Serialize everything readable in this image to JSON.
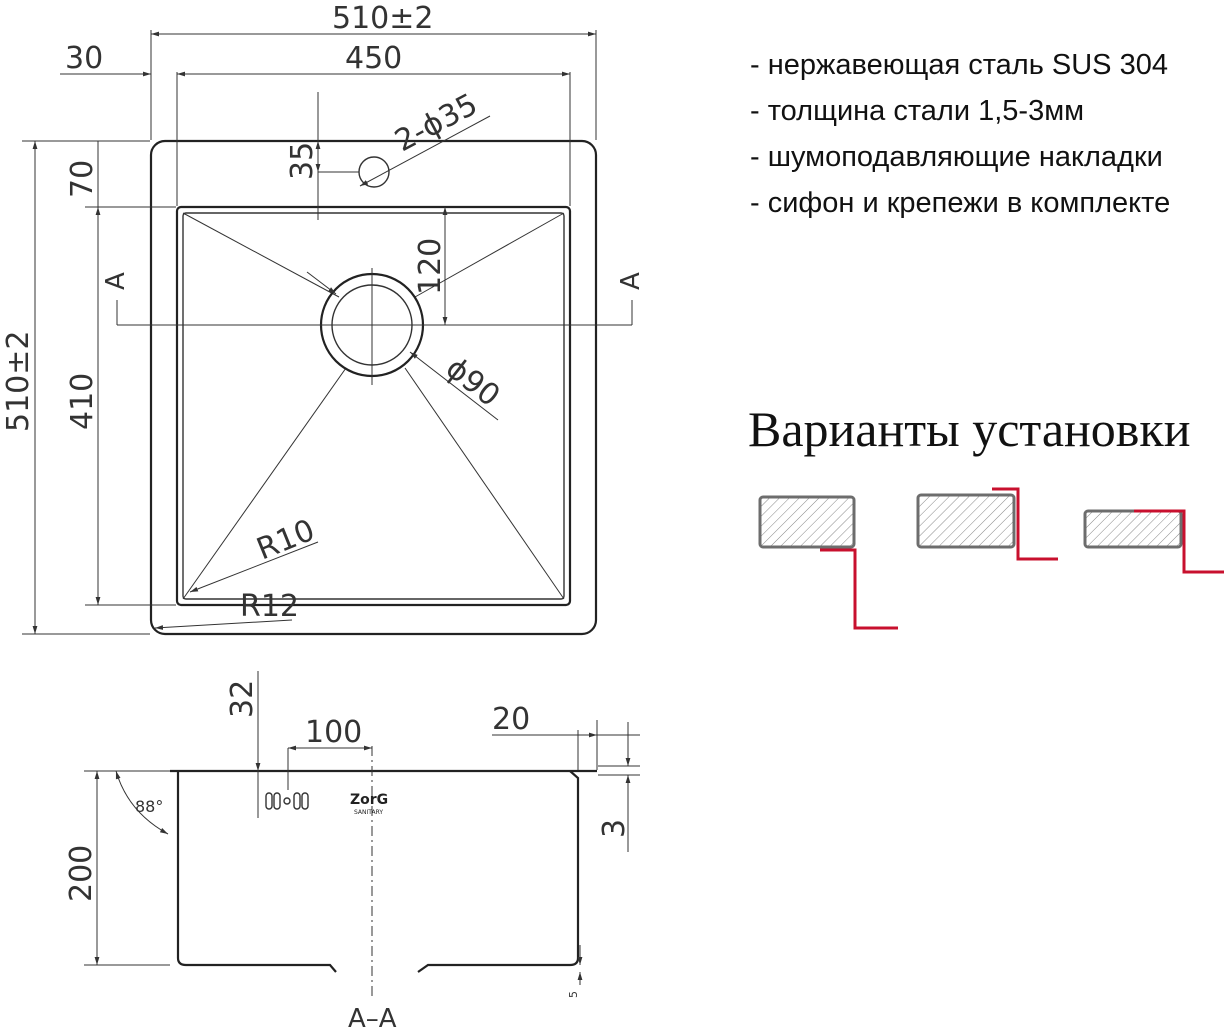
{
  "specs": [
    "- нержавеющая сталь SUS 304",
    "- толщина стали 1,5-3мм",
    "- шумоподавляющие накладки",
    "- сифон и крепежи в комплекте"
  ],
  "install_title": "Варианты установки",
  "top_view": {
    "width_total": "510±2",
    "width_inner": "450",
    "offset_side": "30",
    "height_total": "510±2",
    "height_inner": "410",
    "offset_top": "70",
    "tap_offset": "35",
    "tap_holes": "2-ϕ35",
    "drain_offset": "120",
    "drain_diameter": "ϕ90",
    "radius_inner": "R10",
    "radius_outer": "R12",
    "section_mark": "A"
  },
  "section_view": {
    "overflow_offset": "32",
    "overflow_width": "100",
    "rim_width": "20",
    "depth": "200",
    "rim_thickness": "3",
    "wall_angle": "88°",
    "bottom_step": "5",
    "section_label": "A–A",
    "logo_text": "ZorG",
    "logo_sub": "SANITARY"
  },
  "colors": {
    "line": "#333333",
    "mount_profile": "#c8102e",
    "slab_outline": "#6d6d6d"
  }
}
